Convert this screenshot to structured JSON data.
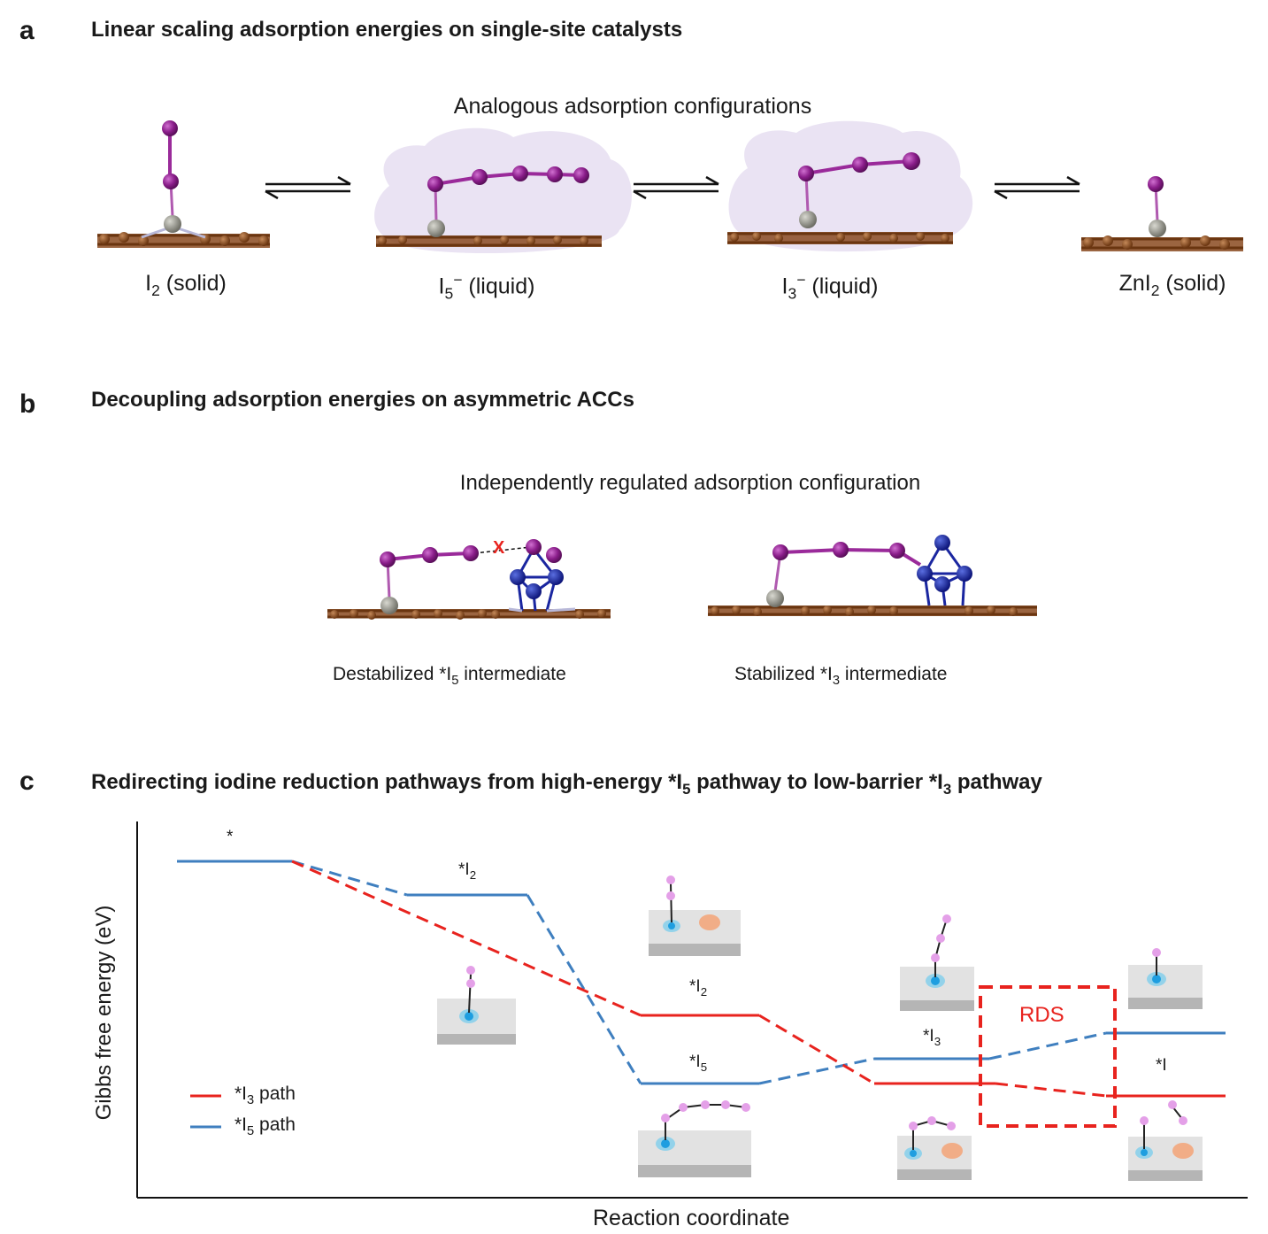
{
  "panel_a": {
    "letter": "a",
    "title": "Linear scaling adsorption energies on single-site catalysts",
    "subtitle": "Analogous adsorption configurations",
    "species": [
      {
        "base": "I",
        "sub": "2",
        "sup": "",
        "suffix": " (solid)"
      },
      {
        "base": "I",
        "sub": "5",
        "sup": "−",
        "suffix": " (liquid)"
      },
      {
        "base": "I",
        "sub": "3",
        "sup": "−",
        "suffix": " (liquid)"
      },
      {
        "base": "ZnI",
        "sub": "2",
        "sup": "",
        "suffix": " (solid)"
      }
    ]
  },
  "panel_b": {
    "letter": "b",
    "title": "Decoupling adsorption energies on asymmetric ACCs",
    "subtitle": "Independently regulated adsorption configuration",
    "left_caption": {
      "pre": "Destabilized *I",
      "sub": "5",
      "post": " intermediate"
    },
    "right_caption": {
      "pre": "Stabilized *I",
      "sub": "3",
      "post": " intermediate"
    },
    "break_mark": "X"
  },
  "panel_c": {
    "letter": "c",
    "title_parts": {
      "p1": "Redirecting iodine reduction pathways from high-energy *I",
      "s1": "5",
      "p2": " pathway to low-barrier *I",
      "s2": "3",
      "p3": " pathway"
    },
    "xlabel": "Reaction coordinate",
    "ylabel": "Gibbs free energy (eV)",
    "legend": [
      {
        "pre": "*I",
        "sub": "3",
        "post": " path",
        "color": "#e8231e"
      },
      {
        "pre": "*I",
        "sub": "5",
        "post": " path",
        "color": "#3f7fbf"
      }
    ],
    "state_labels": {
      "star": "*",
      "i2_blue": {
        "pre": "*I",
        "sub": "2"
      },
      "i2_red": {
        "pre": "*I",
        "sub": "2"
      },
      "i5": {
        "pre": "*I",
        "sub": "5"
      },
      "i3": {
        "pre": "*I",
        "sub": "3"
      },
      "i": "*I"
    },
    "rds_label": "RDS",
    "colors": {
      "red_path": "#e8231e",
      "blue_path": "#3f7fbf",
      "rds": "#e8231e"
    }
  }
}
